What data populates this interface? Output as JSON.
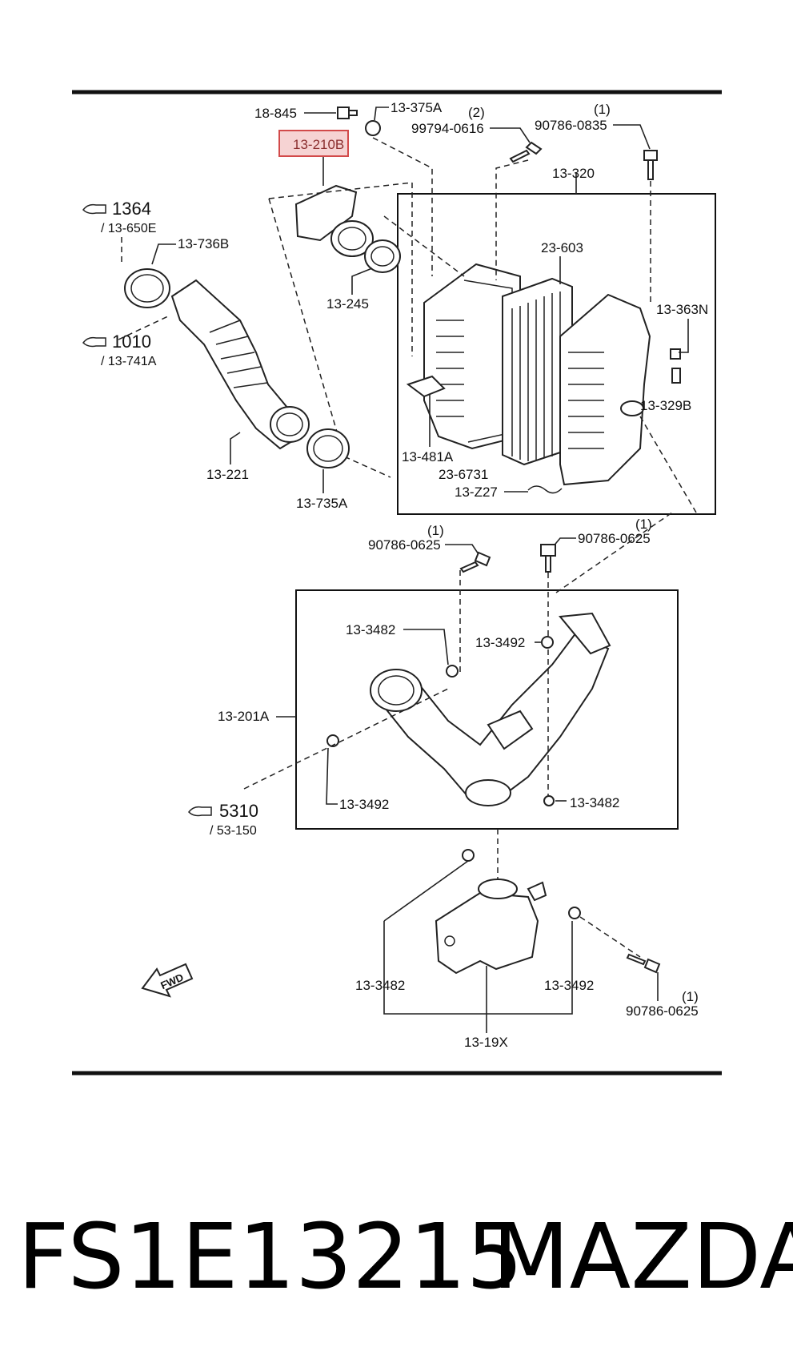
{
  "diagram": {
    "labels": {
      "p18_845": "18-845",
      "p13_375a": "13-375A",
      "p99794": "99794-0616",
      "p99794_qty": "(2)",
      "p90786_0835": "90786-0835",
      "p90786_0835_qty": "(1)",
      "p13_210b": "13-210B",
      "p13_320": "13-320",
      "ref1364": "1364",
      "ref1364_sub": "/ 13-650E",
      "p13_736b": "13-736B",
      "p23_603": "23-603",
      "p13_245": "13-245",
      "p13_363n": "13-363N",
      "ref1010": "1010",
      "ref1010_sub": "/ 13-741A",
      "p13_329b": "13-329B",
      "p13_481a": "13-481A",
      "p23_6731": "23-6731",
      "p13_z27": "13-Z27",
      "p13_221": "13-221",
      "p13_735a": "13-735A",
      "p90786_0625_l": "90786-0625",
      "p90786_0625_l_qty": "(1)",
      "p90786_0625_r": "90786-0625",
      "p90786_0625_r_qty": "(1)",
      "p13_3482_a": "13-3482",
      "p13_3492_a": "13-3492",
      "p13_201a": "13-201A",
      "ref5310": "5310",
      "ref5310_sub": "/ 53-150",
      "p13_3492_b": "13-3492",
      "p13_3482_b": "13-3482",
      "p13_3482_c": "13-3482",
      "p13_3492_c": "13-3492",
      "p90786_0625_b": "90786-0625",
      "p90786_0625_b_qty": "(1)",
      "p13_19x": "13-19X",
      "fwd": "FWD"
    },
    "highlighted_part": "13-210B",
    "highlight_color": "#d24a4a"
  },
  "caption": {
    "part_number": "FS1E13215",
    "brand": "MAZDA"
  }
}
